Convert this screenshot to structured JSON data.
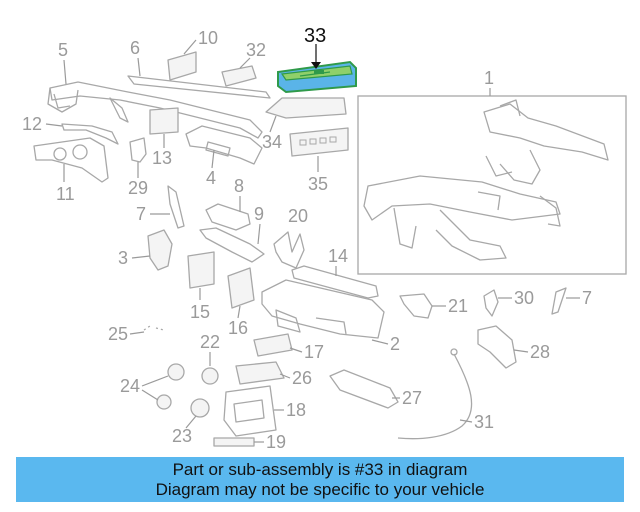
{
  "diagram": {
    "callouts": {
      "c1": "1",
      "c2": "2",
      "c3": "3",
      "c4": "4",
      "c5": "5",
      "c6": "6",
      "c7a": "7",
      "c7b": "7",
      "c8": "8",
      "c9": "9",
      "c10": "10",
      "c11": "11",
      "c12": "12",
      "c13": "13",
      "c14": "14",
      "c15": "15",
      "c16": "16",
      "c17": "17",
      "c18": "18",
      "c19": "19",
      "c20": "20",
      "c21": "21",
      "c22": "22",
      "c23": "23",
      "c24": "24",
      "c25": "25",
      "c26": "26",
      "c27": "27",
      "c28": "28",
      "c29": "29",
      "c30": "30",
      "c31": "31",
      "c32": "32",
      "c33": "33",
      "c34": "34",
      "c35": "35"
    },
    "highlight_color": "#2f9a4a",
    "highlight_fill": "#5ab4e8"
  },
  "banner": {
    "line1": "Part or sub-assembly is #33 in diagram",
    "line2": "Diagram may not be specific to your vehicle",
    "color": "#5ab8ef"
  }
}
